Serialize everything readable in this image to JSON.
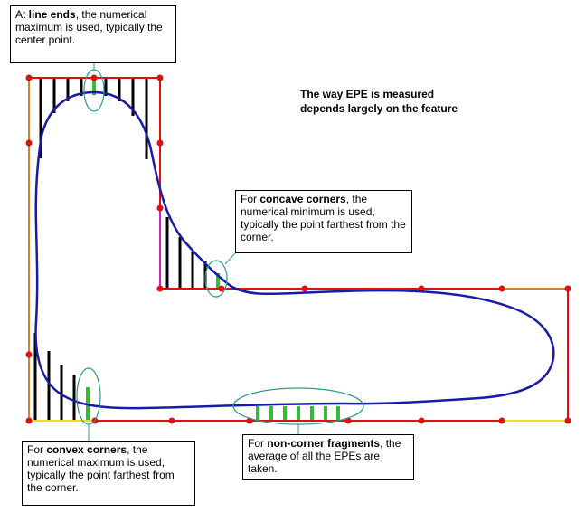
{
  "heading": {
    "line1": "The way EPE is measured",
    "line2": "depends largely on the feature"
  },
  "callouts": {
    "line_ends": {
      "lead": "At ",
      "emph": "line ends",
      "rest": ", the numerical maximum is used, typically the center point."
    },
    "concave": {
      "lead": "For ",
      "emph": "concave corners",
      "rest": ", the numerical minimum is used, typically the point farthest from the corner."
    },
    "convex": {
      "lead": "For ",
      "emph": "convex corners",
      "rest": ", the numerical maximum is used, typically the point farthest from the corner."
    },
    "non_corner": {
      "lead": "For ",
      "emph": "non-corner fragments",
      "rest": ", the average of all the EPEs are taken."
    }
  },
  "colors": {
    "contour": "#1a1aaa",
    "fragment": "#e01010",
    "fragment_alt": "#d08030",
    "fragment_yellow": "#f0e020",
    "fragment_magenta": "#d020c0",
    "highlight": "#2a9d8f",
    "measure": "#33bb33",
    "hatch": "#000000"
  }
}
